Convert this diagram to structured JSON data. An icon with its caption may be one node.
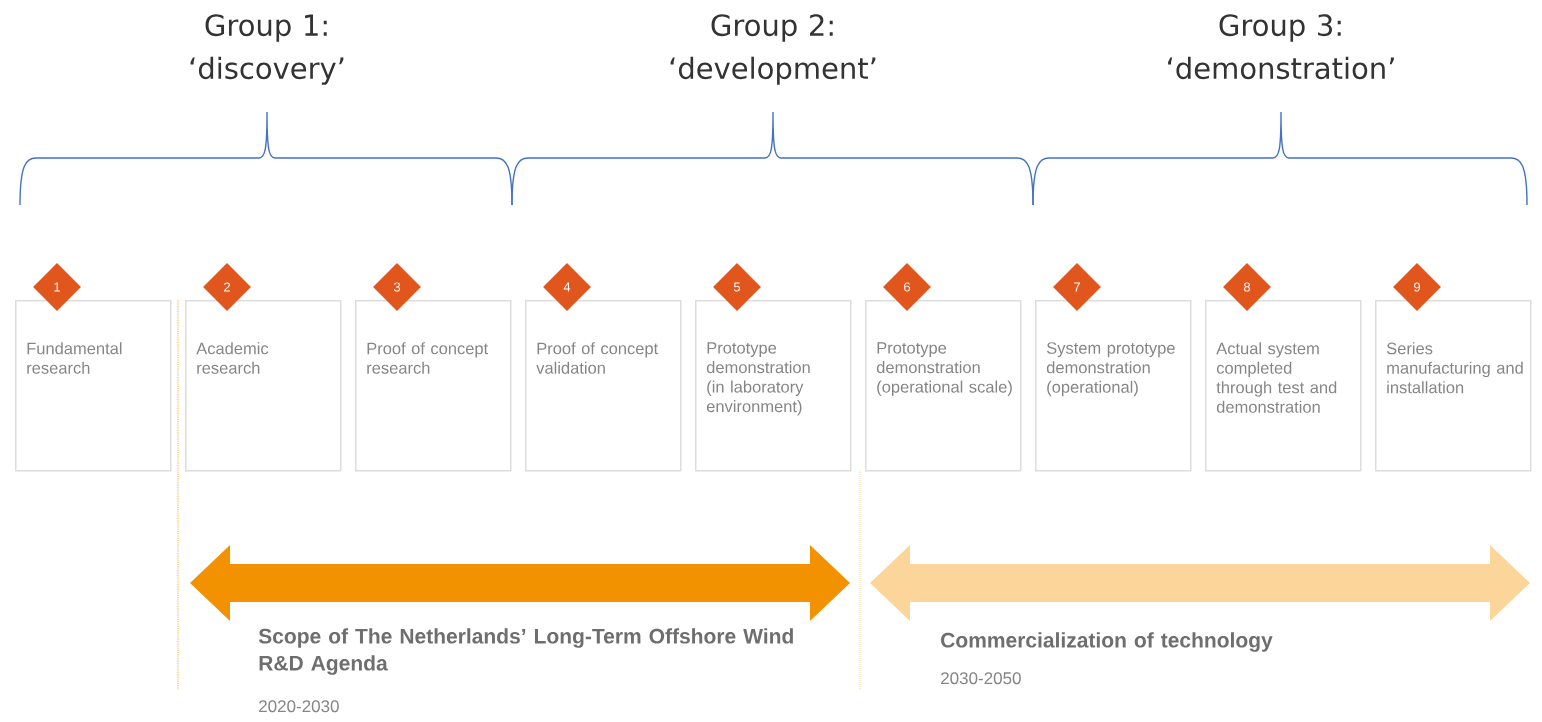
{
  "diagram": {
    "nodes": [
      {
        "text": [
          "1",
          "Fundamental research"
        ]
      },
      {
        "text": [
          "2",
          "Academic research"
        ]
      },
      {
        "text": [
          "3",
          "Proof of concept research"
        ]
      },
      {
        "text": [
          "4",
          "Proof of concept validation"
        ]
      },
      {
        "text": [
          "5",
          "Prototype demonstration (in laboratory environment)"
        ]
      },
      {
        "text": [
          "6",
          "Prototype demonstration (operational scale)"
        ]
      },
      {
        "text": [
          "7",
          "System prototype demonstration (operational)"
        ]
      },
      {
        "text": [
          "8",
          "Actual system completed through test and demonstration"
        ]
      },
      {
        "text": [
          "9",
          "Series manufacturing and installation"
        ]
      },
      {
        "text": [
          "Scope of The Netherlands’ Long-Term Offshore Wind R&D Agenda",
          "2020-2030"
        ]
      },
      {
        "text": [
          "Commercialization of technology",
          "2030-2050"
        ]
      }
    ],
    "labels": [
      "Group 1: ‘discovery’",
      "Group 2: ‘development’",
      "Group 3: ‘demonstration’"
    ]
  }
}
